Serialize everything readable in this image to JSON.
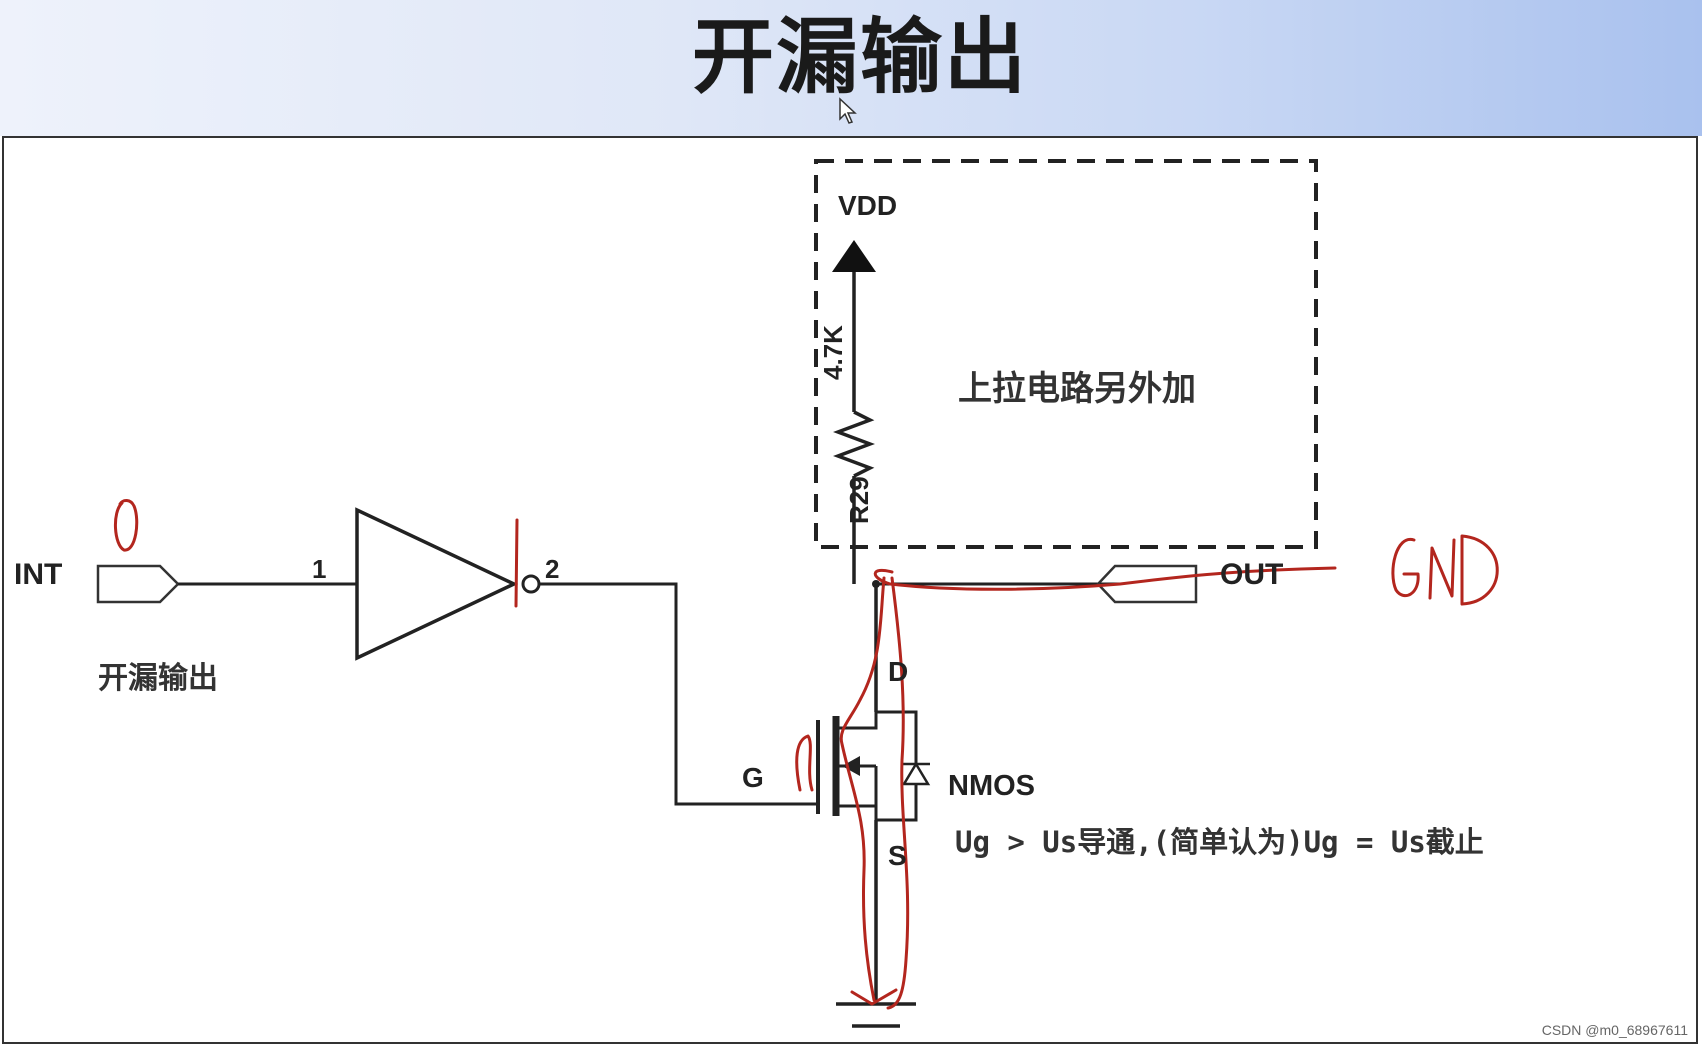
{
  "slide": {
    "title": "开漏输出"
  },
  "circuit": {
    "input_pin": "INT",
    "input_caption": "开漏输出",
    "pin1": "1",
    "pin2": "2",
    "supply": "VDD",
    "resistor_value": "4.7K",
    "resistor_ref": "R29",
    "pullup_note": "上拉电路另外加",
    "output_pin": "OUT",
    "drain": "D",
    "gate": "G",
    "source": "S",
    "transistor": "NMOS",
    "condition_note": "Ug > Us导通,(简单认为)Ug = Us截止"
  },
  "annotations": {
    "input_mark": "0",
    "output_mark": "GND",
    "ink_color": "#b3261e"
  },
  "watermark": "CSDN @m0_68967611",
  "colors": {
    "wire": "#222222",
    "header_left": "#eef2fb",
    "header_right": "#a9c1ee"
  }
}
